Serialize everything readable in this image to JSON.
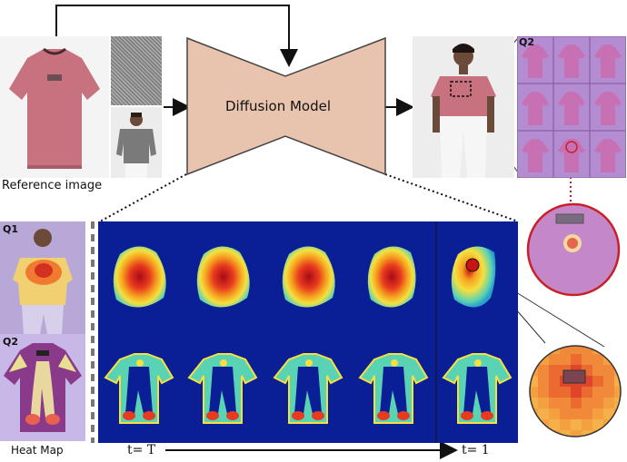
{
  "labels": {
    "reference": "Reference image",
    "model": "Diffusion Model",
    "heatmap": "Heat Map",
    "q1": "Q1",
    "q2": "Q2",
    "q2_grid": "Q2",
    "t_start": "t= T",
    "t_end": "t= 1"
  },
  "colors": {
    "shirt": "#c8717f",
    "model_block": "#e8c3ae",
    "heatmap_bg": "#0a1e96",
    "heat_hot": "#b4141e",
    "heat_warm": "#f5d23c",
    "heat_cool": "#5ad2b4",
    "grid_bg": "#b48cd2",
    "zoom_ring": "#c8202a"
  }
}
